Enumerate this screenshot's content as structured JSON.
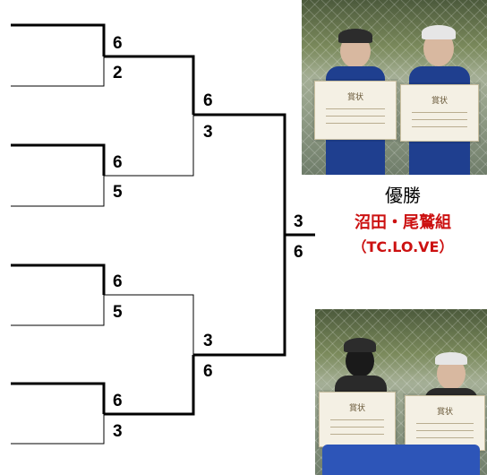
{
  "bracket": {
    "match1": {
      "top": "6",
      "bottom": "2"
    },
    "match2": {
      "top": "6",
      "bottom": "5"
    },
    "match3": {
      "top": "6",
      "bottom": "5"
    },
    "match4": {
      "top": "6",
      "bottom": "3"
    },
    "semi1": {
      "top": "6",
      "bottom": "3"
    },
    "semi2": {
      "top": "3",
      "bottom": "6"
    },
    "final": {
      "top": "3",
      "bottom": "6"
    }
  },
  "winner": {
    "title": "優勝",
    "team": "沼田・尾鷲組",
    "club": "（TC.LO.VE）"
  },
  "photos": {
    "top_certificate_text": "賞状",
    "bottom_certificate_text": "賞状"
  },
  "colors": {
    "line": "#000000",
    "team_red": "#cc1111",
    "jacket": "#1f3f8f"
  }
}
